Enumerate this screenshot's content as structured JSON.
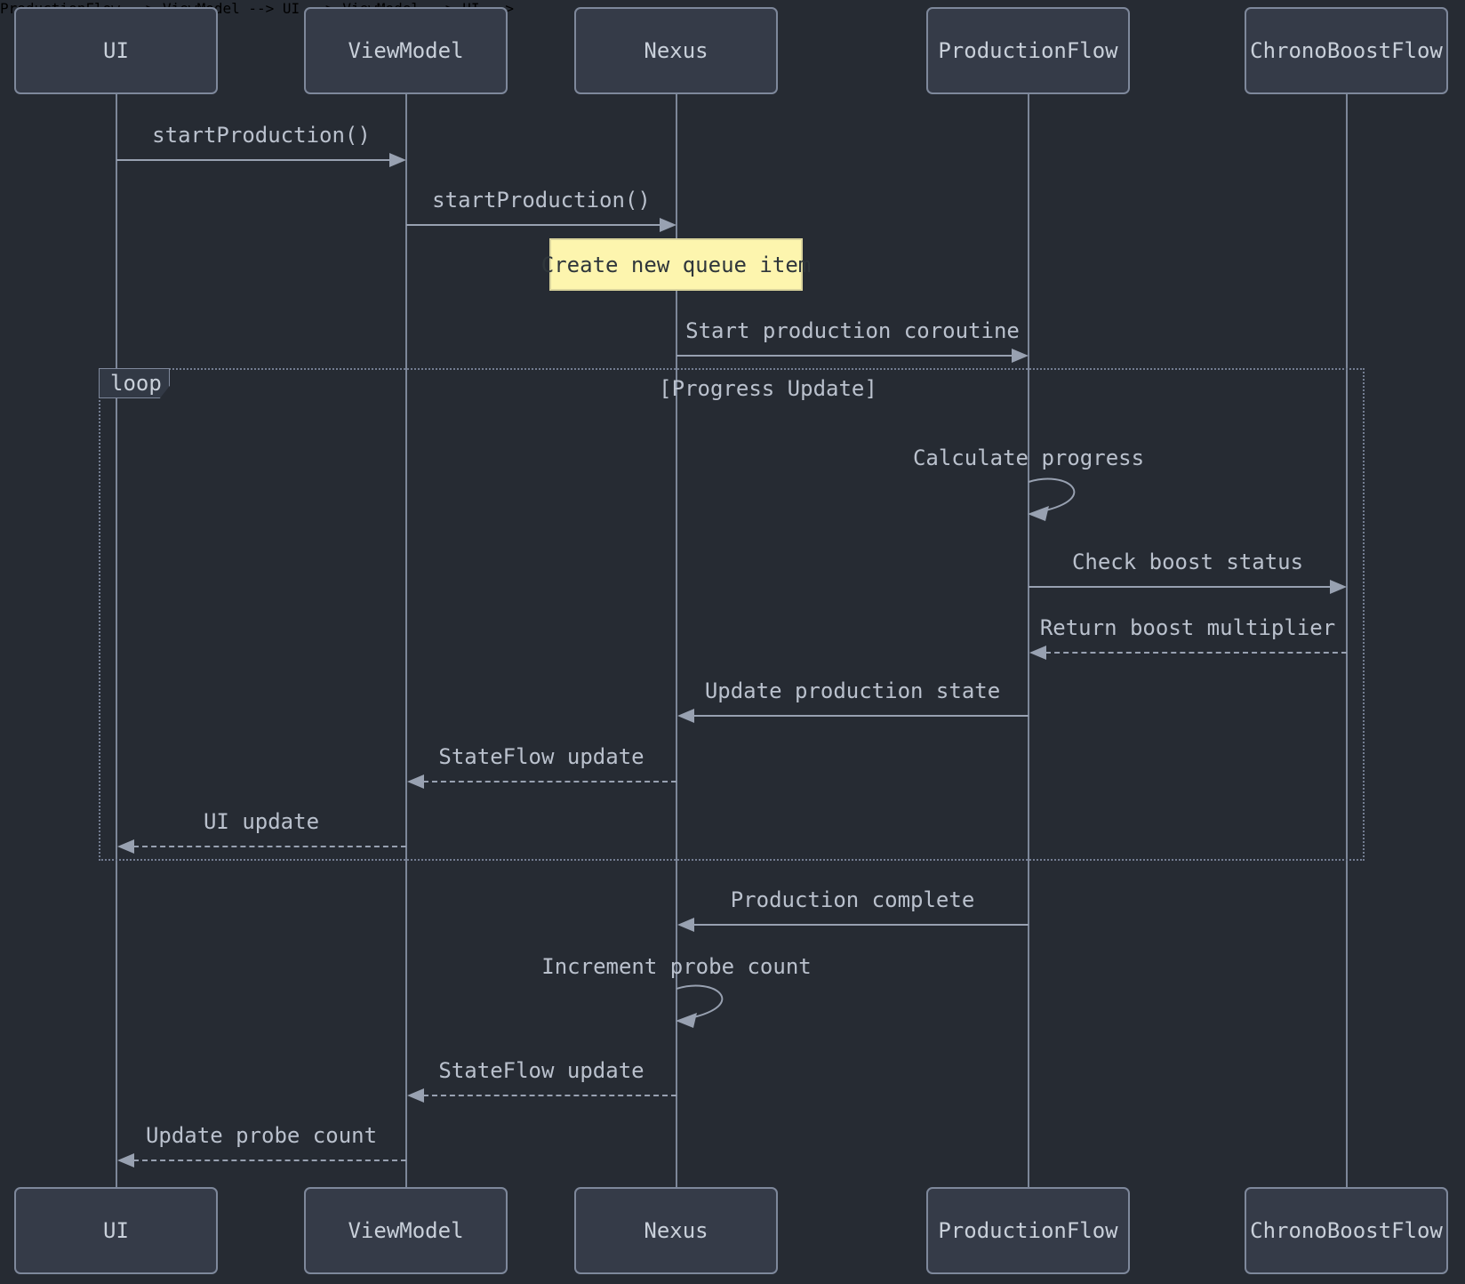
{
  "diagram_type": "sequence-diagram",
  "participants": [
    {
      "name": "UI"
    },
    {
      "name": "ViewModel"
    },
    {
      "name": "Nexus"
    },
    {
      "name": "ProductionFlow"
    },
    {
      "name": "ChronoBoostFlow"
    }
  ],
  "messages": [
    {
      "label": "startProduction()",
      "from": "UI",
      "to": "ViewModel",
      "style": "solid"
    },
    {
      "label": "startProduction()",
      "from": "ViewModel",
      "to": "Nexus",
      "style": "solid"
    },
    {
      "label": "Start production coroutine",
      "from": "Nexus",
      "to": "ProductionFlow",
      "style": "solid"
    },
    {
      "label": "Calculate progress",
      "from": "ProductionFlow",
      "to": "ProductionFlow",
      "style": "self"
    },
    {
      "label": "Check boost status",
      "from": "ProductionFlow",
      "to": "ChronoBoostFlow",
      "style": "solid"
    },
    {
      "label": "Return boost multiplier",
      "from": "ChronoBoostFlow",
      "to": "ProductionFlow",
      "style": "dashed"
    },
    {
      "label": "Update production state",
      "from": "ProductionFlow",
      "to": "Nexus",
      "style": "solid"
    },
    {
      "label": "StateFlow update",
      "from": "Nexus",
      "to": "ViewModel",
      "style": "dashed"
    },
    {
      "label": "UI update",
      "from": "ViewModel",
      "to": "UI",
      "style": "dashed"
    },
    {
      "label": "Production complete",
      "from": "ProductionFlow",
      "to": "Nexus",
      "style": "solid"
    },
    {
      "label": "Increment probe count",
      "from": "Nexus",
      "to": "Nexus",
      "style": "self"
    },
    {
      "label": "StateFlow update",
      "from": "Nexus",
      "to": "ViewModel",
      "style": "dashed"
    },
    {
      "label": "Update probe count",
      "from": "ViewModel",
      "to": "UI",
      "style": "dashed"
    }
  ],
  "note": {
    "text": "Create new queue item",
    "over": "Nexus"
  },
  "loop": {
    "label": "loop",
    "condition": "[Progress Update]"
  },
  "colors": {
    "background": "#262b33",
    "actor_fill": "#353b48",
    "actor_border": "#7e889b",
    "actor_text": "#c9d0da",
    "lifeline": "#7d8799",
    "line": "#98a1b1",
    "message_text": "#bac1cd",
    "note_fill": "#fdf5ae",
    "note_border": "#d9d39c",
    "note_text": "#2f363b",
    "frame_border": "#737d91",
    "frame_label_fill": "#323945"
  }
}
